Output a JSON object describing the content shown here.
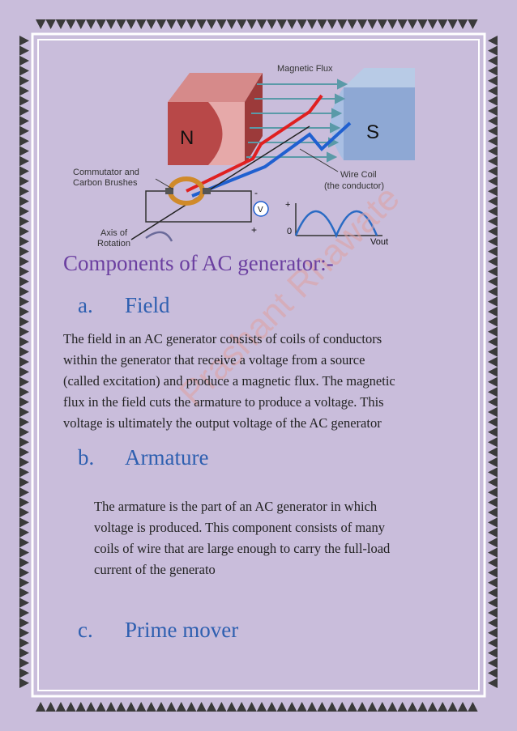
{
  "diagram": {
    "magnetic_flux_label": "Magnetic Flux",
    "north_label": "N",
    "south_label": "S",
    "commutator_label_line1": "Commutator and",
    "commutator_label_line2": "Carbon Brushes",
    "wire_coil_label_line1": "Wire Coil",
    "wire_coil_label_line2": "(the conductor)",
    "axis_label_line1": "Axis of",
    "axis_label_line2": "Rotation",
    "voltmeter_label": "V",
    "plus_label": "+",
    "minus_label": "-",
    "zero_label": "0",
    "vout_label": "Vout",
    "colors": {
      "north_pole": "#b84848",
      "south_pole": "#6f8fc2",
      "flux_arrows": "#5a9aa8",
      "wire_red": "#e02020",
      "wire_blue": "#2060d0",
      "waveform": "#2a6bc4"
    }
  },
  "watermark": "Prashant Rhawate",
  "title": "Components of AC generator:-",
  "sections": [
    {
      "letter": "a.",
      "heading": "Field",
      "lines": [
        "The field in an AC generator consists of coils of conductors",
        "within the generator that receive a voltage from a source",
        "(called excitation) and produce a magnetic flux. The magnetic",
        "flux in the field cuts the armature to produce a voltage. This",
        "voltage is ultimately the output voltage of the AC generator"
      ]
    },
    {
      "letter": "b.",
      "heading": "Armature",
      "lines": [
        "The armature is the part of an AC generator in which",
        "voltage is produced. This component consists of many",
        "coils of wire that are large enough to carry the full-load",
        "current of the generato"
      ]
    },
    {
      "letter": "c.",
      "heading": "Prime mover",
      "lines": []
    }
  ],
  "colors": {
    "background": "#c9bddb",
    "border": "#ffffff",
    "title": "#6b3fa0",
    "heading": "#2e5fb0",
    "body_text": "#222222"
  }
}
